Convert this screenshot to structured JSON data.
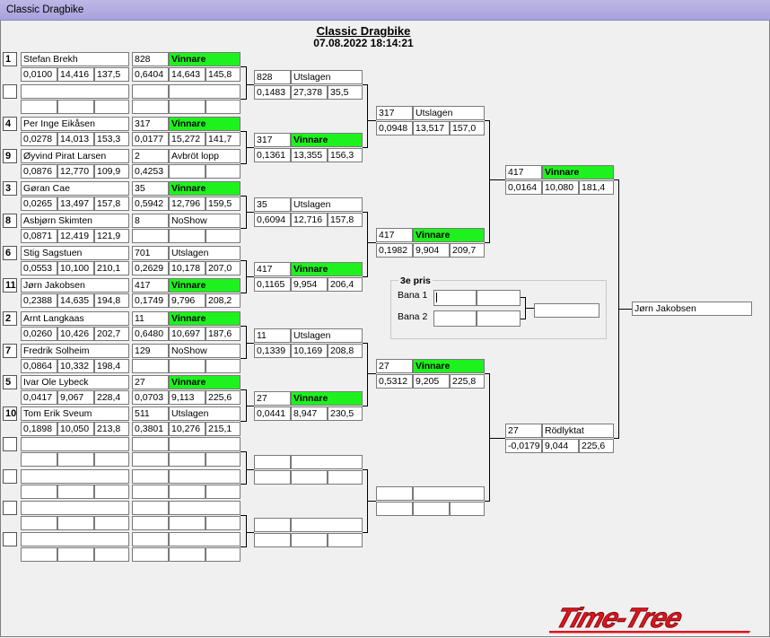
{
  "window": {
    "title": "Classic Dragbike"
  },
  "header": {
    "title": "Classic Dragbike",
    "datetime": "07.08.2022 18:14:21"
  },
  "seeds": [
    "1",
    "",
    "4",
    "9",
    "3",
    "8",
    "6",
    "11",
    "2",
    "7",
    "5",
    "10",
    "",
    "",
    "",
    ""
  ],
  "round1": [
    {
      "name": "Stefan Brekh",
      "rt": "0,0100",
      "et": "14,416",
      "speed": "137,5"
    },
    {
      "name": "",
      "rt": "",
      "et": "",
      "speed": ""
    },
    {
      "name": "Per Inge Eikåsen",
      "rt": "0,0278",
      "et": "14,013",
      "speed": "153,3"
    },
    {
      "name": "Øyvind Pirat Larsen",
      "rt": "0,0876",
      "et": "12,770",
      "speed": "109,9"
    },
    {
      "name": "Gøran Cae",
      "rt": "0,0265",
      "et": "13,497",
      "speed": "157,8"
    },
    {
      "name": "Asbjørn Skimten",
      "rt": "0,0871",
      "et": "12,419",
      "speed": "121,9"
    },
    {
      "name": "Stig Sagstuen",
      "rt": "0,0553",
      "et": "10,100",
      "speed": "210,1"
    },
    {
      "name": "Jørn Jakobsen",
      "rt": "0,2388",
      "et": "14,635",
      "speed": "194,8"
    },
    {
      "name": "Arnt Langkaas",
      "rt": "0,0260",
      "et": "10,426",
      "speed": "202,7"
    },
    {
      "name": "Fredrik Solheim",
      "rt": "0,0864",
      "et": "10,332",
      "speed": "198,4"
    },
    {
      "name": "Ivar Ole Lybeck",
      "rt": "0,0417",
      "et": "9,067",
      "speed": "228,4"
    },
    {
      "name": "Tom Erik Sveum",
      "rt": "0,1898",
      "et": "10,050",
      "speed": "213,8"
    },
    {
      "name": "",
      "rt": "",
      "et": "",
      "speed": ""
    },
    {
      "name": "",
      "rt": "",
      "et": "",
      "speed": ""
    },
    {
      "name": "",
      "rt": "",
      "et": "",
      "speed": ""
    },
    {
      "name": "",
      "rt": "",
      "et": "",
      "speed": ""
    },
    {
      "name": "",
      "rt": "",
      "et": "",
      "speed": ""
    },
    {
      "name": "",
      "rt": "",
      "et": "",
      "speed": ""
    },
    {
      "name": "",
      "rt": "",
      "et": "",
      "speed": ""
    },
    {
      "name": "",
      "rt": "",
      "et": "",
      "speed": ""
    }
  ],
  "round2": [
    {
      "num": "828",
      "status": "Vinnare",
      "win": true,
      "rt": "0,6404",
      "et": "14,643",
      "speed": "145,8"
    },
    {
      "num": "",
      "status": "",
      "win": false,
      "rt": "",
      "et": "",
      "speed": ""
    },
    {
      "num": "317",
      "status": "Vinnare",
      "win": true,
      "rt": "0,0177",
      "et": "15,272",
      "speed": "141,7"
    },
    {
      "num": "2",
      "status": "Avbröt lopp",
      "win": false,
      "rt": "0,4253",
      "et": "",
      "speed": ""
    },
    {
      "num": "35",
      "status": "Vinnare",
      "win": true,
      "rt": "0,5942",
      "et": "12,796",
      "speed": "159,5"
    },
    {
      "num": "8",
      "status": "NoShow",
      "win": false,
      "rt": "",
      "et": "",
      "speed": ""
    },
    {
      "num": "701",
      "status": "Utslagen",
      "win": false,
      "rt": "0,2629",
      "et": "10,178",
      "speed": "207,0"
    },
    {
      "num": "417",
      "status": "Vinnare",
      "win": true,
      "rt": "0,1749",
      "et": "9,796",
      "speed": "208,2"
    },
    {
      "num": "11",
      "status": "Vinnare",
      "win": true,
      "rt": "0,6480",
      "et": "10,697",
      "speed": "187,6"
    },
    {
      "num": "129",
      "status": "NoShow",
      "win": false,
      "rt": "",
      "et": "",
      "speed": ""
    },
    {
      "num": "27",
      "status": "Vinnare",
      "win": true,
      "rt": "0,0703",
      "et": "9,113",
      "speed": "225,6"
    },
    {
      "num": "511",
      "status": "Utslagen",
      "win": false,
      "rt": "0,3801",
      "et": "10,276",
      "speed": "215,1"
    },
    {
      "num": "",
      "status": "",
      "win": false,
      "rt": "",
      "et": "",
      "speed": ""
    },
    {
      "num": "",
      "status": "",
      "win": false,
      "rt": "",
      "et": "",
      "speed": ""
    },
    {
      "num": "",
      "status": "",
      "win": false,
      "rt": "",
      "et": "",
      "speed": ""
    },
    {
      "num": "",
      "status": "",
      "win": false,
      "rt": "",
      "et": "",
      "speed": ""
    }
  ],
  "round3": [
    {
      "num": "828",
      "status": "Utslagen",
      "win": false,
      "rt": "0,1483",
      "et": "27,378",
      "speed": "35,5"
    },
    {
      "num": "317",
      "status": "Vinnare",
      "win": true,
      "rt": "0,1361",
      "et": "13,355",
      "speed": "156,3"
    },
    {
      "num": "35",
      "status": "Utslagen",
      "win": false,
      "rt": "0,6094",
      "et": "12,716",
      "speed": "157,8"
    },
    {
      "num": "417",
      "status": "Vinnare",
      "win": true,
      "rt": "0,1165",
      "et": "9,954",
      "speed": "206,4"
    },
    {
      "num": "11",
      "status": "Utslagen",
      "win": false,
      "rt": "0,1339",
      "et": "10,169",
      "speed": "208,8"
    },
    {
      "num": "27",
      "status": "Vinnare",
      "win": true,
      "rt": "0,0441",
      "et": "8,947",
      "speed": "230,5"
    },
    {
      "num": "",
      "status": "",
      "win": false,
      "rt": "",
      "et": "",
      "speed": ""
    },
    {
      "num": "",
      "status": "",
      "win": false,
      "rt": "",
      "et": "",
      "speed": ""
    }
  ],
  "round4": [
    {
      "num": "317",
      "status": "Utslagen",
      "win": false,
      "rt": "0,0948",
      "et": "13,517",
      "speed": "157,0"
    },
    {
      "num": "417",
      "status": "Vinnare",
      "win": true,
      "rt": "0,1982",
      "et": "9,904",
      "speed": "209,7"
    },
    {
      "num": "27",
      "status": "Vinnare",
      "win": true,
      "rt": "0,5312",
      "et": "9,205",
      "speed": "225,8"
    },
    {
      "num": "",
      "status": "",
      "win": false,
      "rt": "",
      "et": "",
      "speed": ""
    }
  ],
  "round5": [
    {
      "num": "417",
      "status": "Vinnare",
      "win": true,
      "rt": "0,0164",
      "et": "10,080",
      "speed": "181,4"
    },
    {
      "num": "27",
      "status": "Rödlyktat",
      "win": false,
      "rt": "-0,0179",
      "et": "9,044",
      "speed": "225,6"
    }
  ],
  "winner": {
    "name": "Jørn Jakobsen"
  },
  "third_place": {
    "title": "3e pris",
    "lane1_label": "Bana 1",
    "lane2_label": "Bana 2"
  },
  "logo": {
    "text": "Time-Tree",
    "color": "#e0141e"
  },
  "colors": {
    "winner": "#1ef21e",
    "line": "#000000"
  }
}
